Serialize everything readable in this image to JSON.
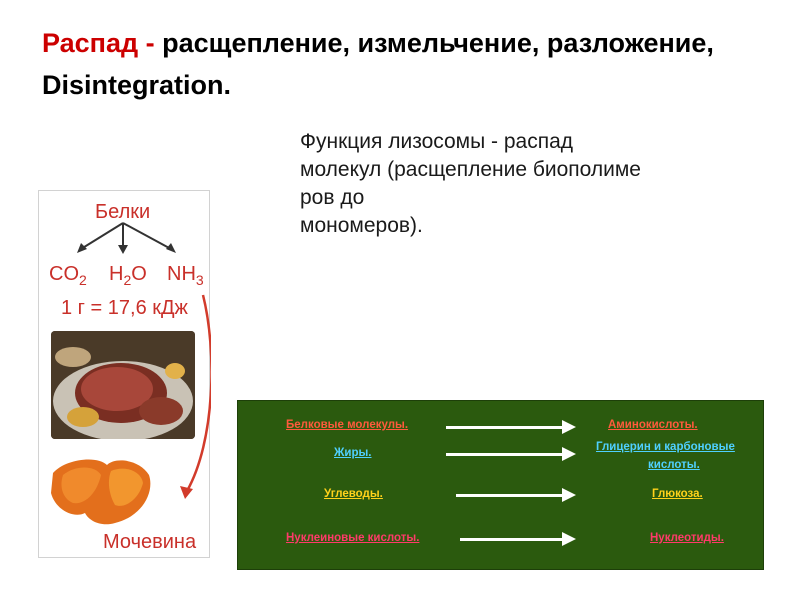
{
  "title": {
    "highlight": "Распад",
    "sep": " - ",
    "rest": "расщепление, измельчение, разложение, Disintegration."
  },
  "description": {
    "lines": [
      "Функция лизосомы -   распад",
      "молекул (расщепление биополиме",
      "ров до",
      "мономеров)."
    ]
  },
  "panel": {
    "top_label": "Белки",
    "products": [
      "CO",
      "H",
      "O",
      "NH"
    ],
    "energy": "1 г = 17,6 кДж",
    "bottom_label": "Мочевина"
  },
  "table": {
    "rows": [
      {
        "from": "Белковые молекулы.",
        "to": "Аминокислоты.",
        "color": "#ff5a3c"
      },
      {
        "from": "Жиры.",
        "to": "Глицерин и карбоновые",
        "to2": "кислоты.",
        "color": "#4fd0ff"
      },
      {
        "from": "Углеводы.",
        "to": "Глюкоза.",
        "color": "#ffd21a"
      },
      {
        "from": "Нуклеиновые кислоты.",
        "to": "Нуклеотиды.",
        "color": "#ff3a6a"
      }
    ]
  },
  "colors": {
    "accent": "#cc0000",
    "panel_text": "#c9302a",
    "table_bg": "#2b5a0e"
  }
}
